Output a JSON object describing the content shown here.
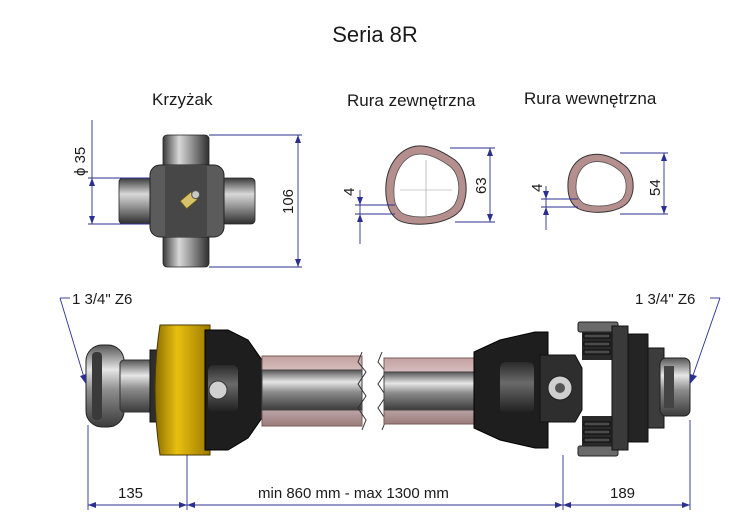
{
  "title": "Seria 8R",
  "labels": {
    "cross": "Krzyżak",
    "outer_tube": "Rura zewnętrzna",
    "inner_tube": "Rura wewnętrzna"
  },
  "dimensions": {
    "cross_diameter": "ϕ 35",
    "cross_length": "106",
    "outer_wall": "4",
    "outer_height": "63",
    "inner_wall": "4",
    "inner_height": "54",
    "left_spline": "1 3/4\" Z6",
    "right_spline": "1 3/4\" Z6",
    "left_length": "135",
    "shaft_length": "min 860 mm - max 1300 mm",
    "right_length": "189"
  },
  "colors": {
    "dimension_line": "#2b2f8f",
    "metal_dark": "#2a2a2a",
    "metal_light": "#c9c9c9",
    "yellow_guard": "#e0b400"
  }
}
